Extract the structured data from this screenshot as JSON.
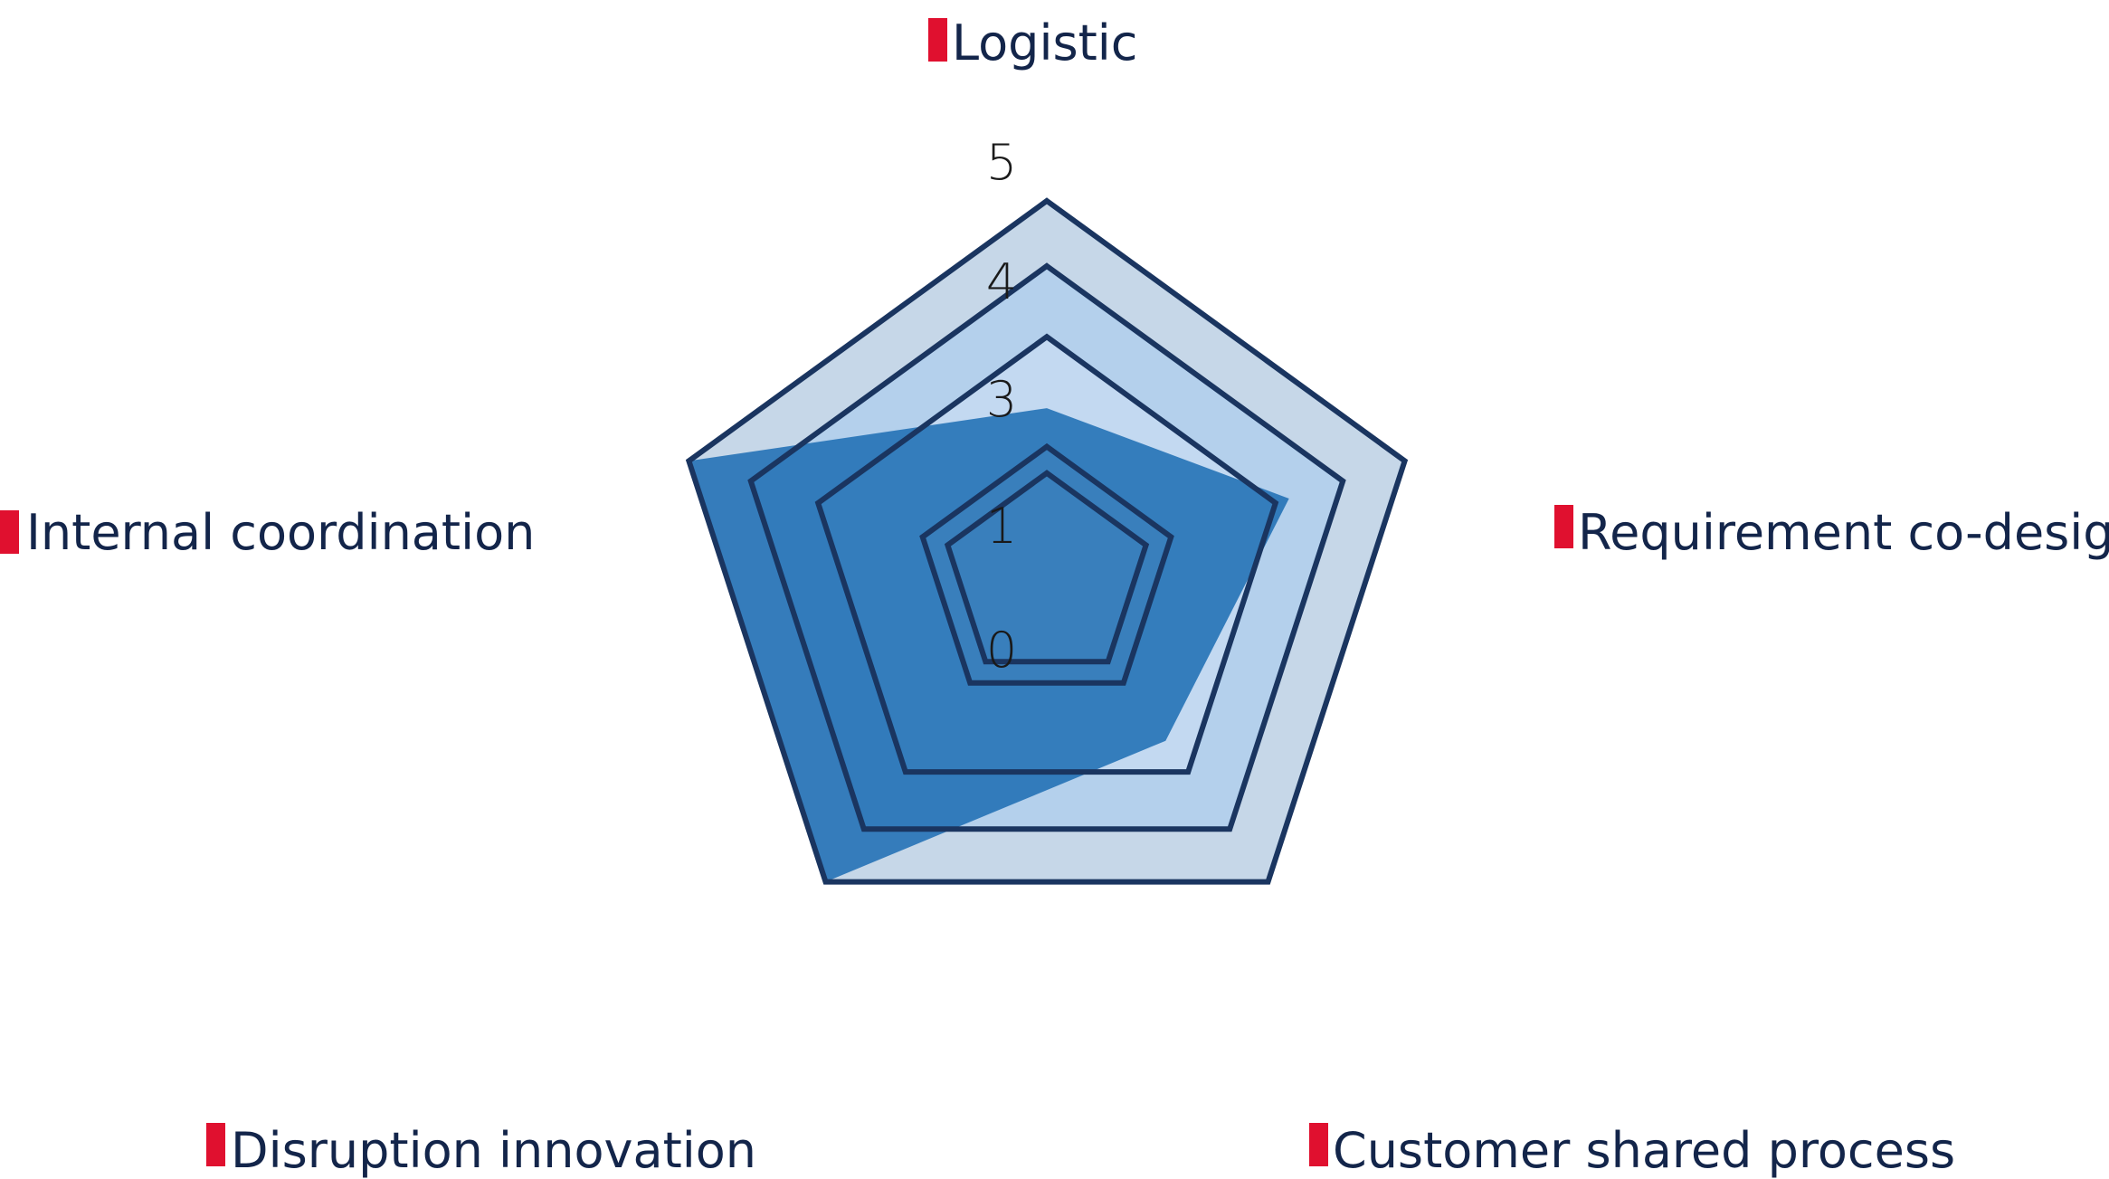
{
  "chart_data": {
    "type": "radar",
    "axes": [
      "Logistic",
      "Requirement co-design",
      "Customer shared process",
      "Disruption innovation",
      "Internal coordination"
    ],
    "ticks": [
      "0",
      "1",
      "3",
      "4",
      "5"
    ],
    "tick_values": [
      0,
      1,
      3,
      4,
      5
    ],
    "rmax": 5,
    "series": [
      {
        "values": [
          1.7,
          3.2,
          2.3,
          5,
          5
        ]
      }
    ],
    "grid": true,
    "legend": "none"
  },
  "colors": {
    "band_outer": "#c6d7e8",
    "band_mid": "#b4d0ec",
    "band_inner": "#c3d9f1",
    "band_center": "#e1e9f1",
    "series_fill": "#1b6cb3",
    "series_opacity": 0.85,
    "ring_stroke": "#1a3560",
    "label_marker": "#e0102f",
    "label_text": "#13254a",
    "tick_text": "#1a1a1a"
  }
}
